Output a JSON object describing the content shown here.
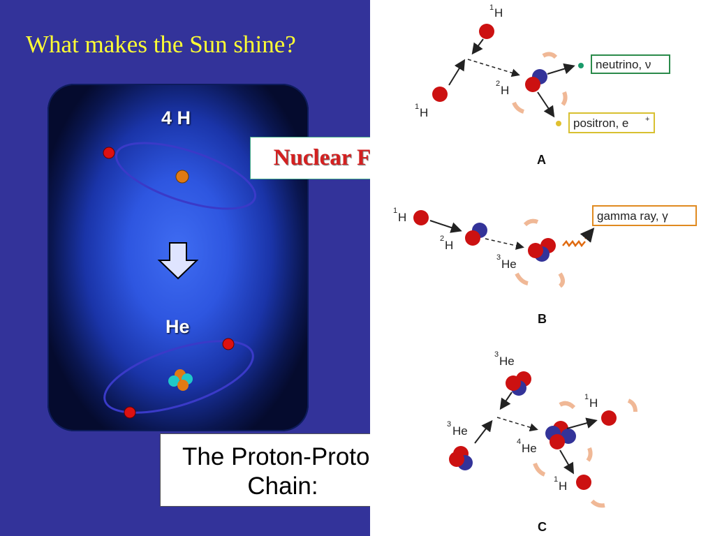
{
  "title": "What makes the Sun shine?",
  "panel": {
    "top_label": "4 H",
    "bottom_label": "He"
  },
  "fusion_label": "Nuclear Fusion",
  "caption": {
    "line1": "The Proton-Proton",
    "line2": "Chain:"
  },
  "figure": {
    "A": {
      "mass_1h_top": "1",
      "sym_1h_top": "H",
      "mass_1h_left": "1",
      "sym_1h_left": "H",
      "mass_2h": "2",
      "sym_2h": "H",
      "neutrino": "neutrino, ν",
      "positron": "positron, e",
      "positron_sup": "+",
      "letter": "A"
    },
    "B": {
      "mass_1h": "1",
      "sym_1h": "H",
      "mass_2h": "2",
      "sym_2h": "H",
      "mass_3he": "3",
      "sym_3he": "He",
      "gamma": "gamma ray, γ",
      "letter": "B"
    },
    "C": {
      "mass_3he_top": "3",
      "sym_3he_top": "He",
      "mass_3he_left": "3",
      "sym_3he_left": "He",
      "mass_4he": "4",
      "sym_4he": "He",
      "mass_1h_right": "1",
      "sym_1h_right": "H",
      "mass_1h_bottom": "1",
      "sym_1h_bottom": "H",
      "letter": "C"
    }
  },
  "colors": {
    "background": "#33339a",
    "title": "#ffff33",
    "fusion_text": "#d42020",
    "proton": "#cc1111",
    "neutron": "#333399",
    "neutrino_box": "#2a8a4a",
    "positron_box": "#d8c030",
    "gamma_box": "#e08a20"
  }
}
